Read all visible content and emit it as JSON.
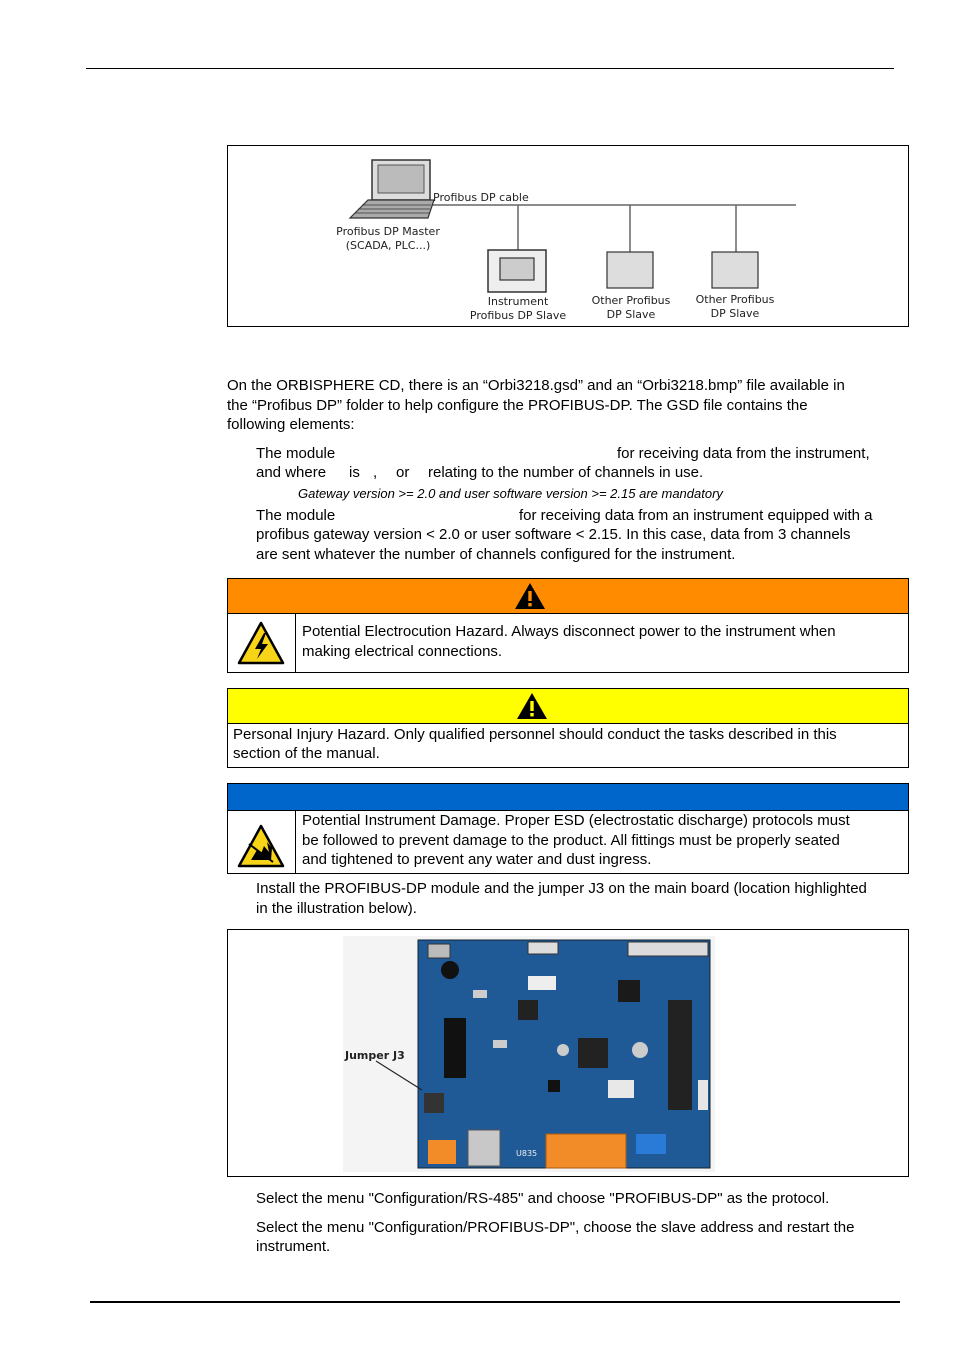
{
  "figure1": {
    "cable_label": "Profibus DP cable",
    "master_line1": "Profibus DP Master",
    "master_line2": "(SCADA, PLC...)",
    "slave1_line1": "Instrument",
    "slave1_line2": "Profibus DP Slave",
    "slave2_line1": "Other Profibus",
    "slave2_line2": "DP Slave",
    "slave3_line1": "Other Profibus",
    "slave3_line2": "DP Slave"
  },
  "intro": {
    "line1": "On the ORBISPHERE CD, there is an “Orbi3218.gsd” and an “Orbi3218.bmp” file available in",
    "line2": "the “Profibus DP” folder to help configure the PROFIBUS-DP. The GSD file contains the",
    "line3": "following elements:"
  },
  "item1": {
    "part_a": "The module",
    "part_b": "for receiving data from the instrument,",
    "line2_a": "and where",
    "line2_b": "is",
    "line2_c": ",",
    "line2_d": "or",
    "line2_e": "relating to the number of channels in use.",
    "note": "Gateway version >= 2.0 and user software version >= 2.15 are mandatory"
  },
  "item2": {
    "part_a": "The module",
    "part_b": "for receiving data from an instrument equipped with a",
    "line2": "profibus gateway version < 2.0 or user software < 2.15. In this case, data from 3 channels",
    "line3": "are sent whatever the number of channels configured for the instrument."
  },
  "danger": {
    "color": "#ff8c00",
    "line1": "Potential Electrocution Hazard. Always disconnect power to the instrument when",
    "line2": "making electrical connections."
  },
  "caution": {
    "color": "#ffff00",
    "line1": "Personal Injury Hazard. Only qualified personnel should conduct the tasks described in this",
    "line2": "section of the manual."
  },
  "notice": {
    "color": "#0066cc",
    "line1": "Potential Instrument Damage. Proper ESD (electrostatic discharge) protocols must",
    "line2": "be followed to prevent damage to the product. All fittings must be properly seated",
    "line3": "and tightened to prevent any water and dust ingress."
  },
  "install": {
    "line1": "Install the PROFIBUS-DP module and the jumper J3 on the main board (location highlighted",
    "line2": "in the illustration below)."
  },
  "figure2": {
    "jumper_label": "Jumper J3",
    "board_code": "U835"
  },
  "steps": {
    "step1": "Select the menu \"Configuration/RS-485\" and choose \"PROFIBUS-DP\" as the protocol.",
    "step2_line1": "Select the menu \"Configuration/PROFIBUS-DP\", choose the slave address and restart the",
    "step2_line2": "instrument."
  }
}
